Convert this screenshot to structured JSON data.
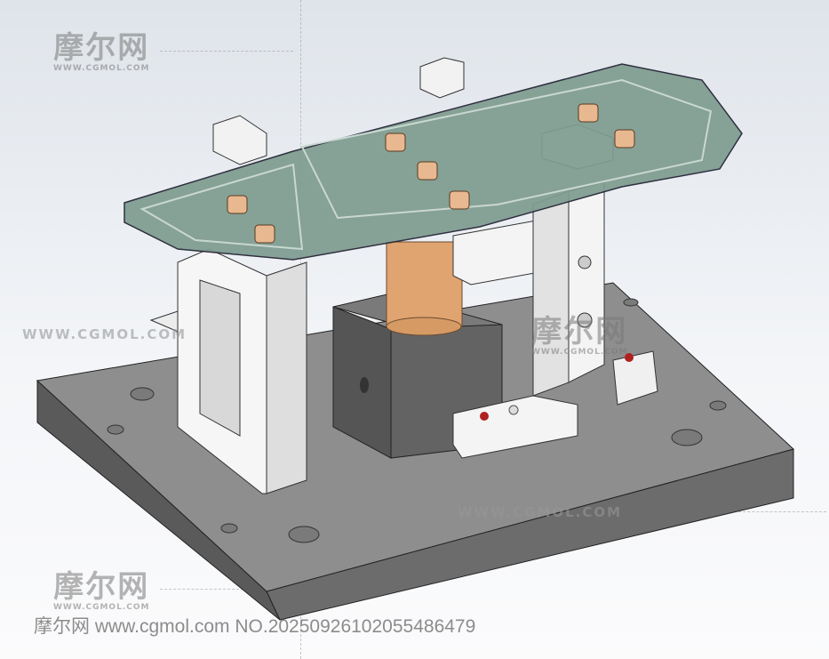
{
  "watermarks": {
    "logo_cn": "摩尔网",
    "logo_en": "WWW.CGMOL.COM",
    "url_line": "WWW.CGMOL.COM",
    "footer": "摩尔网 www.cgmol.com NO.20250926102055486479"
  },
  "colors": {
    "plate": "#8e8e8e",
    "block": "#5e5e5e",
    "cylinder": "#e0a470",
    "bracket": "#f4f4f4",
    "tray": "#7f9c90",
    "nut": "#e8b890"
  }
}
